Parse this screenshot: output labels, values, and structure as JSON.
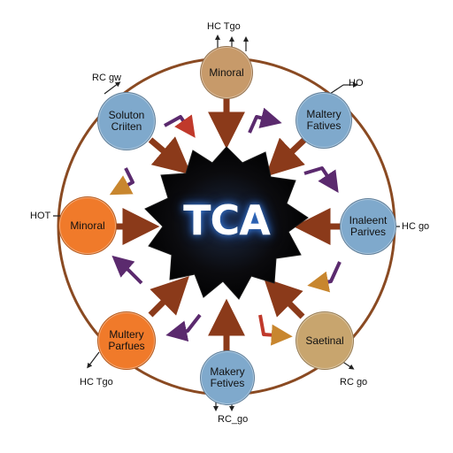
{
  "center": {
    "label": "TCA",
    "fill": "#0a0a0a",
    "glow": "#3a7bd5"
  },
  "ring_color": "#8a4a22",
  "spoke_color": "#8b3a1a",
  "curved_arrow_colors": [
    "#5b2a6e",
    "#c0392b",
    "#c8862e"
  ],
  "nodes": [
    {
      "id": "top",
      "label": "Minoral",
      "fill": "#c79a6a"
    },
    {
      "id": "upper-right",
      "label": "Maltery\nFatives",
      "fill": "#7fa9cc"
    },
    {
      "id": "right",
      "label": "Inaleent\nParives",
      "fill": "#7fa9cc"
    },
    {
      "id": "lower-right",
      "label": "Saetinal",
      "fill": "#c8a56e"
    },
    {
      "id": "bottom",
      "label": "Makery\nFetives",
      "fill": "#7fa9cc"
    },
    {
      "id": "lower-left",
      "label": "Multery\nParfues",
      "fill": "#f07a2a"
    },
    {
      "id": "left",
      "label": "Minoral",
      "fill": "#f07a2a"
    },
    {
      "id": "upper-left",
      "label": "Soluton\nCriiten",
      "fill": "#7fa9cc"
    }
  ],
  "tags": {
    "top": "HC Tgo",
    "upper_right": "HO",
    "right": "HC go",
    "lower_right": "RC go",
    "bottom": "RC_go",
    "lower_left": "HC Tgo",
    "left": "HOT",
    "upper_left": "RC gw"
  }
}
